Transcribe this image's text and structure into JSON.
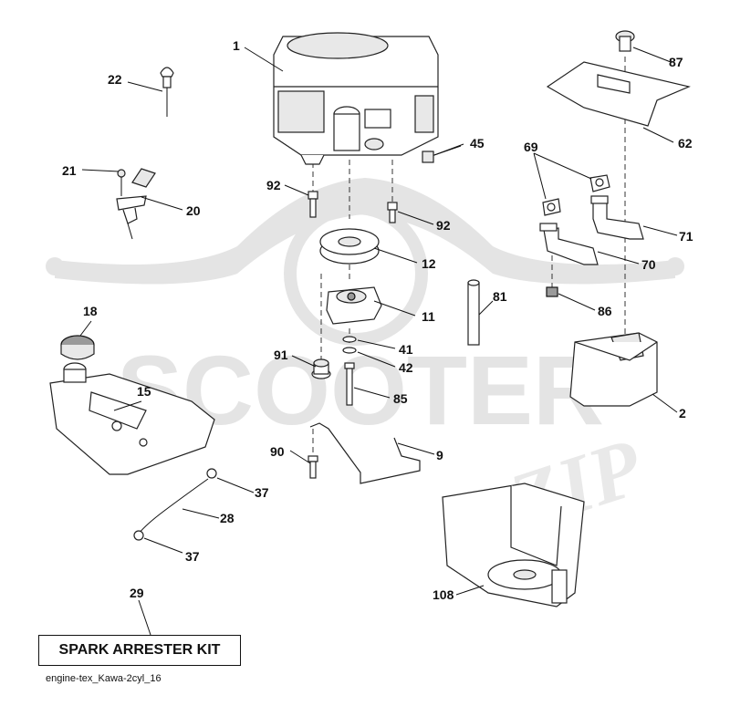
{
  "watermark": {
    "brand": "SCOOTER",
    "brand_suffix": "ZIP"
  },
  "callouts": {
    "p1": "1",
    "p2": "2",
    "p9": "9",
    "p11": "11",
    "p12": "12",
    "p15": "15",
    "p18": "18",
    "p20": "20",
    "p21": "21",
    "p22": "22",
    "p28": "28",
    "p29": "29",
    "p37a": "37",
    "p37b": "37",
    "p41": "41",
    "p42": "42",
    "p45": "45",
    "p62": "62",
    "p69": "69",
    "p70": "70",
    "p71": "71",
    "p81": "81",
    "p85": "85",
    "p86": "86",
    "p87": "87",
    "p90": "90",
    "p91": "91",
    "p92a": "92",
    "p92b": "92",
    "p108": "108"
  },
  "kit_label": "SPARK ARRESTER KIT",
  "caption": "engine-tex_Kawa-2cyl_16"
}
